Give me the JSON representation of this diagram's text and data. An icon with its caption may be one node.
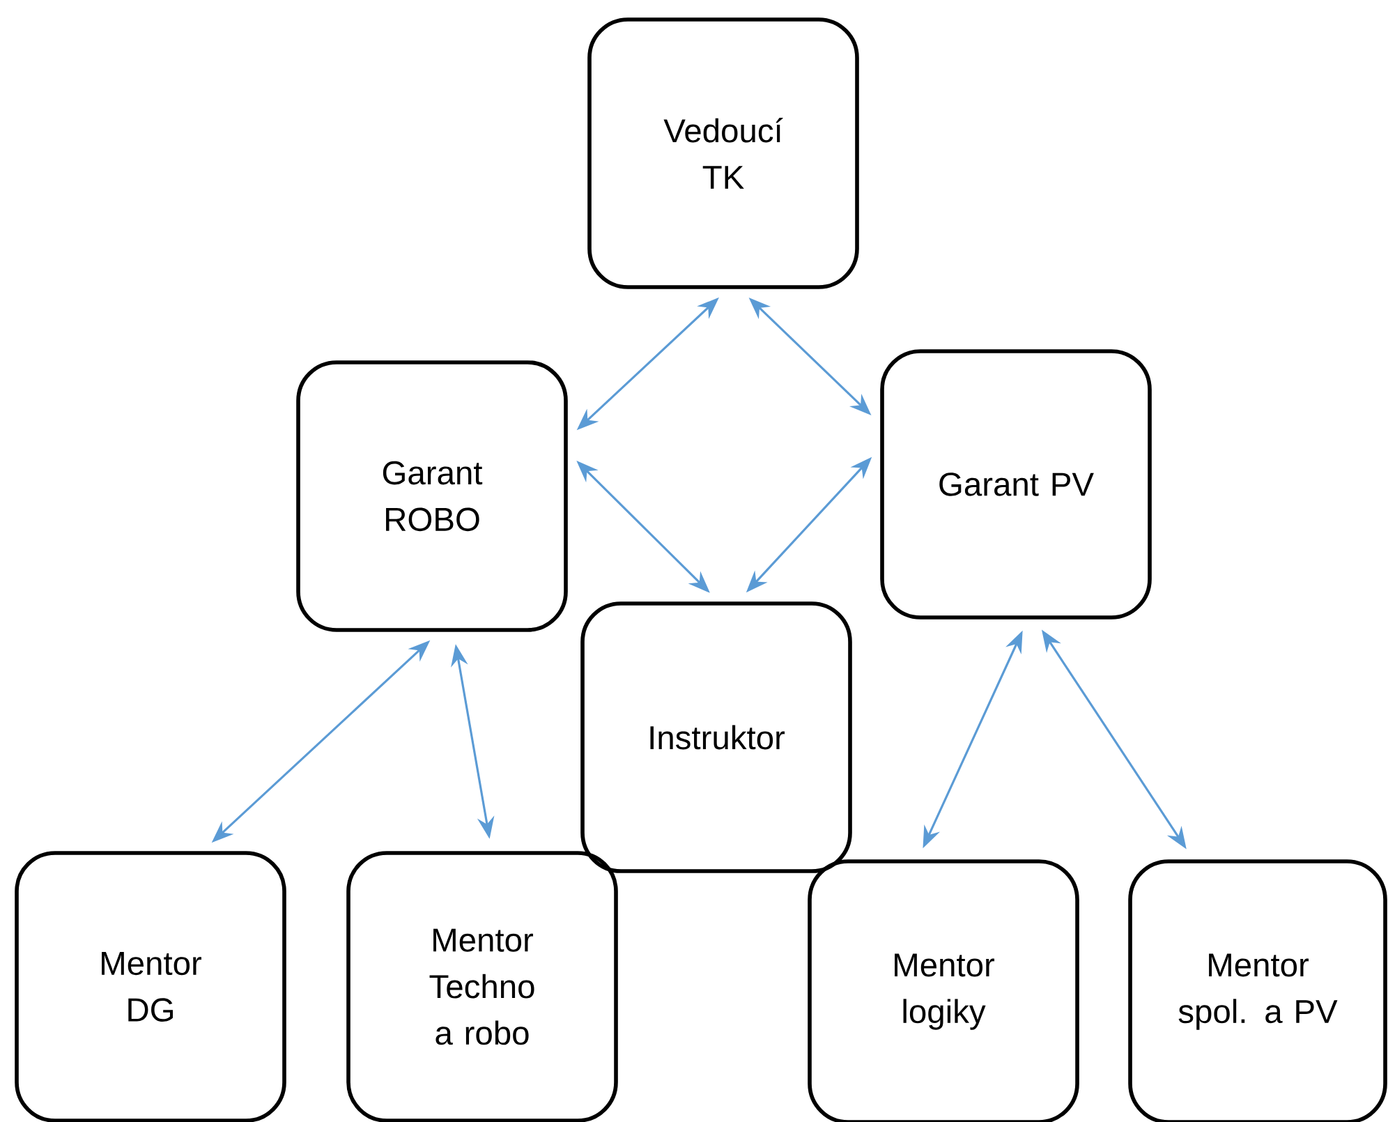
{
  "diagram": {
    "nodes": [
      {
        "text": [
          "Vedoucí TK"
        ]
      },
      {
        "text": [
          "Garant ROBO"
        ]
      },
      {
        "text": [
          "Garant PV"
        ]
      },
      {
        "text": [
          "Instruktor"
        ]
      },
      {
        "text": [
          "Mentor DG"
        ]
      },
      {
        "text": [
          "Mentor Techno a robo"
        ]
      },
      {
        "text": [
          "Mentor logiky"
        ]
      },
      {
        "text": [
          "Mentor spol. a PV"
        ]
      }
    ],
    "edges": [
      {
        "from": 0,
        "to": 1,
        "arrow": "both"
      },
      {
        "from": 0,
        "to": 2,
        "arrow": "both"
      },
      {
        "from": 1,
        "to": 3,
        "arrow": "both"
      },
      {
        "from": 3,
        "to": 2,
        "arrow": "both"
      },
      {
        "from": 1,
        "to": 4,
        "arrow": "both"
      },
      {
        "from": 1,
        "to": 5,
        "arrow": "both"
      },
      {
        "from": 2,
        "to": 6,
        "arrow": "both"
      },
      {
        "from": 2,
        "to": 7,
        "arrow": "both"
      }
    ]
  }
}
